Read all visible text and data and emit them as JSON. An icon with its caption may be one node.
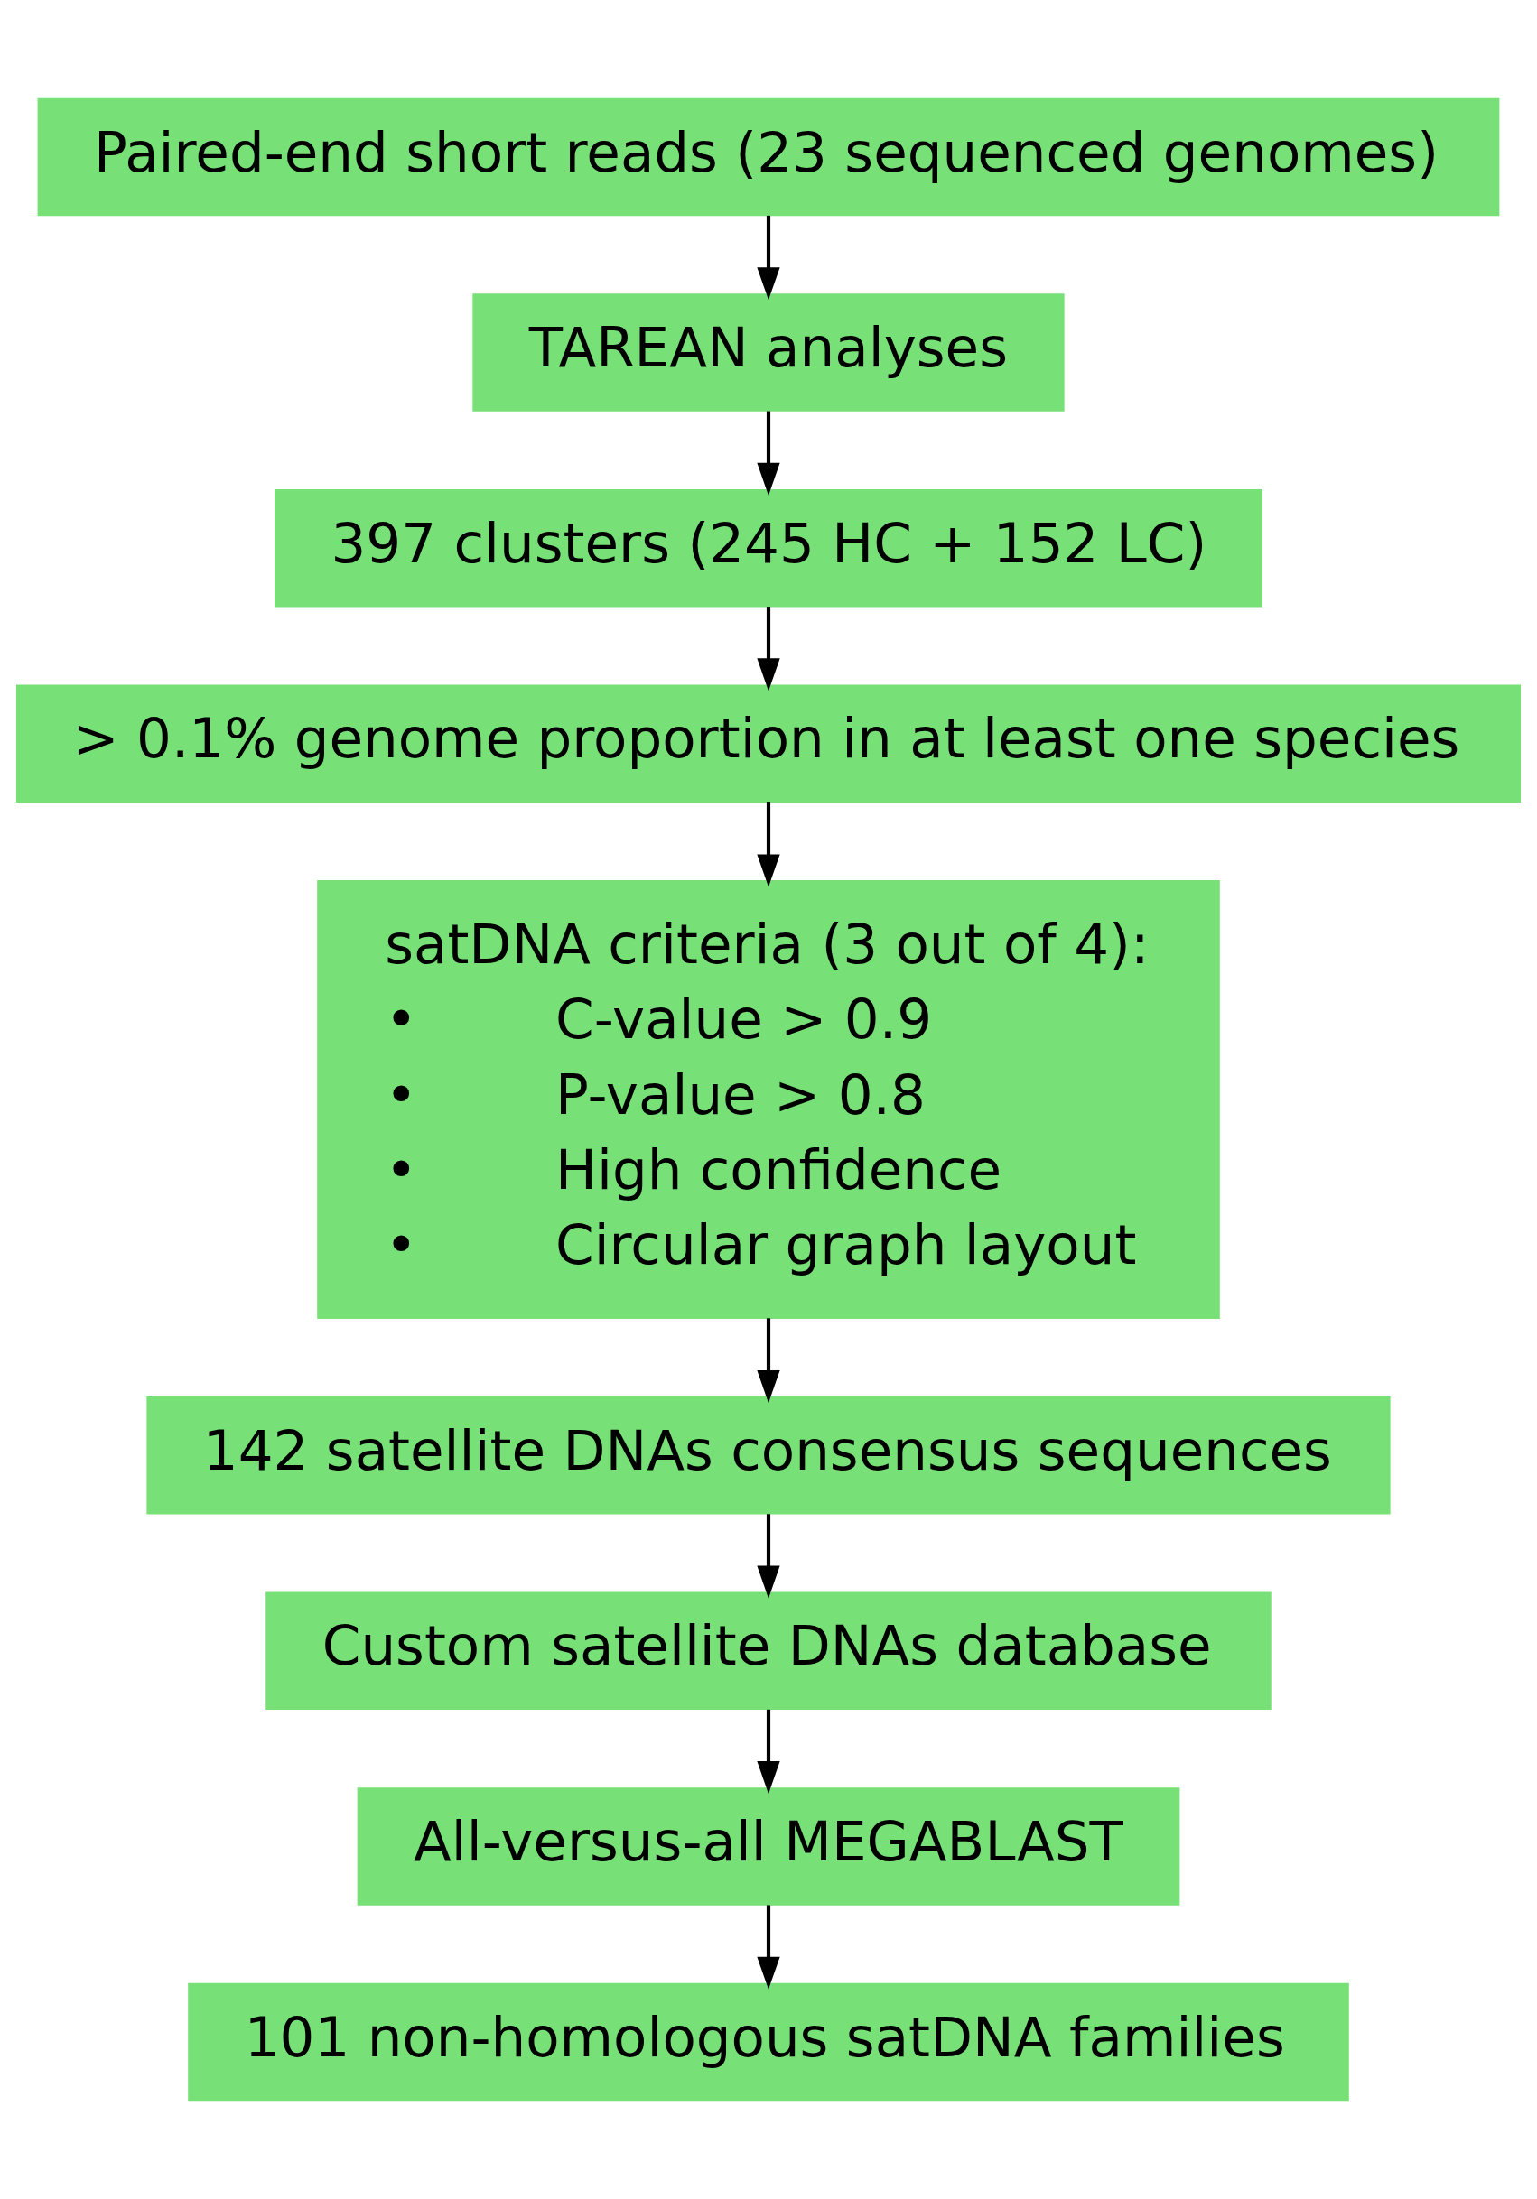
{
  "diagram": {
    "nodes": [
      {
        "text": [
          "Paired-end short reads (23 sequenced genomes)"
        ]
      },
      {
        "text": [
          "TAREAN analyses"
        ]
      },
      {
        "text": [
          "397 clusters (245 HC + 152 LC)"
        ]
      },
      {
        "text": [
          "> 0.1% genome proportion in at least one species"
        ]
      },
      {
        "text": [
          "satDNA criteria (3 out of 4):",
          "• C-value > 0.9",
          "• P-value > 0.8",
          "• High confidence",
          "• Circular graph layout"
        ]
      },
      {
        "text": [
          "142 satellite DNAs consensus sequences"
        ]
      },
      {
        "text": [
          "Custom satellite DNAs database"
        ]
      },
      {
        "text": [
          "All-versus-all MEGABLAST"
        ]
      },
      {
        "text": [
          "101 non-homologous satDNA families"
        ]
      }
    ],
    "edges": [
      {
        "from": 0,
        "to": 1,
        "arrow": "to"
      },
      {
        "from": 1,
        "to": 2,
        "arrow": "to"
      },
      {
        "from": 2,
        "to": 3,
        "arrow": "to"
      },
      {
        "from": 3,
        "to": 4,
        "arrow": "to"
      },
      {
        "from": 4,
        "to": 5,
        "arrow": "to"
      },
      {
        "from": 5,
        "to": 6,
        "arrow": "to"
      },
      {
        "from": 6,
        "to": 7,
        "arrow": "to"
      },
      {
        "from": 7,
        "to": 8,
        "arrow": "to"
      }
    ]
  }
}
